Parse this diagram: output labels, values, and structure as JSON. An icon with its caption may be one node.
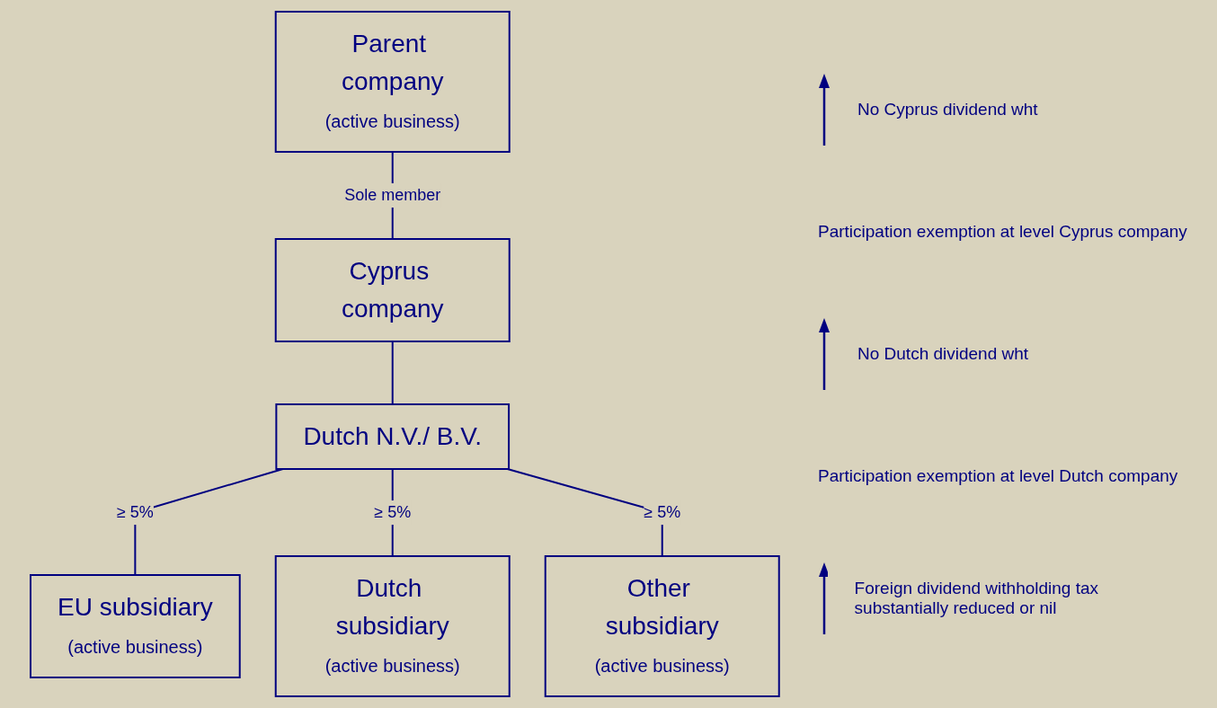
{
  "diagram": {
    "nodes": [
      {
        "text": [
          "Parent company",
          "(active business)"
        ]
      },
      {
        "text": [
          "Cyprus company"
        ]
      },
      {
        "text": [
          "Dutch N.V./ B.V."
        ]
      },
      {
        "text": [
          "EU subsidiary",
          "(active business)"
        ]
      },
      {
        "text": [
          "Dutch subsidiary",
          "(active business)"
        ]
      },
      {
        "text": [
          "Other subsidiary",
          "(active business)"
        ]
      }
    ],
    "edges": [
      {
        "from": 0,
        "to": 1,
        "arrow": "none",
        "label": "Sole member"
      },
      {
        "from": 1,
        "to": 2,
        "arrow": "none"
      },
      {
        "from": 2,
        "to": 3,
        "arrow": "none",
        "label": "≥ 5%"
      },
      {
        "from": 2,
        "to": 4,
        "arrow": "none",
        "label": "≥ 5%"
      },
      {
        "from": 2,
        "to": 5,
        "arrow": "none",
        "label": "≥ 5%"
      }
    ],
    "labels": [
      "No Cyprus dividend wht",
      "Participation exemption at level Cyprus company",
      "No Dutch dividend wht",
      "Participation exemption at level Dutch company",
      "Foreign dividend withholding tax substantially reduced or nil"
    ]
  }
}
